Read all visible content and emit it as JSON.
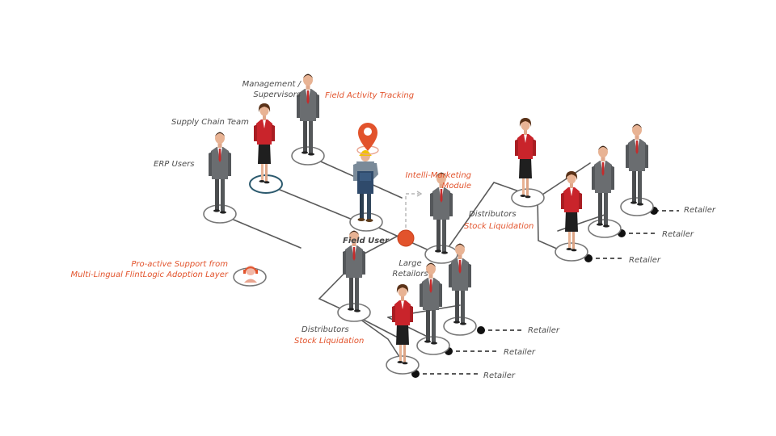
{
  "labels": {
    "management": [
      "Management /",
      "Supervisors"
    ],
    "field_activity": "Field Activity Tracking",
    "supply_chain": "Supply Chain Team",
    "erp_users": "ERP Users",
    "field_user": "Field User",
    "intelli_marketing": [
      "Intelli-Marketing",
      "Module"
    ],
    "large_retailors": [
      "Large",
      "Retailors"
    ],
    "distributors_top": "Distributors",
    "stock_liquidation_top": "Stock Liquidation",
    "distributors_bottom": "Distributors",
    "stock_liquidation_bottom": "Stock Liquidation",
    "proactive_support": [
      "Pro-active Support from",
      "Multi-Lingual FlintLogic Adoption Layer"
    ],
    "retailer": "Retailer"
  },
  "colors": {
    "accent": "#e2532c",
    "suit": "#5f6163",
    "line": "#5a5a5a",
    "text": "#4d4d4d"
  },
  "icons": [
    "location-pin-icon",
    "support-headset-icon"
  ]
}
